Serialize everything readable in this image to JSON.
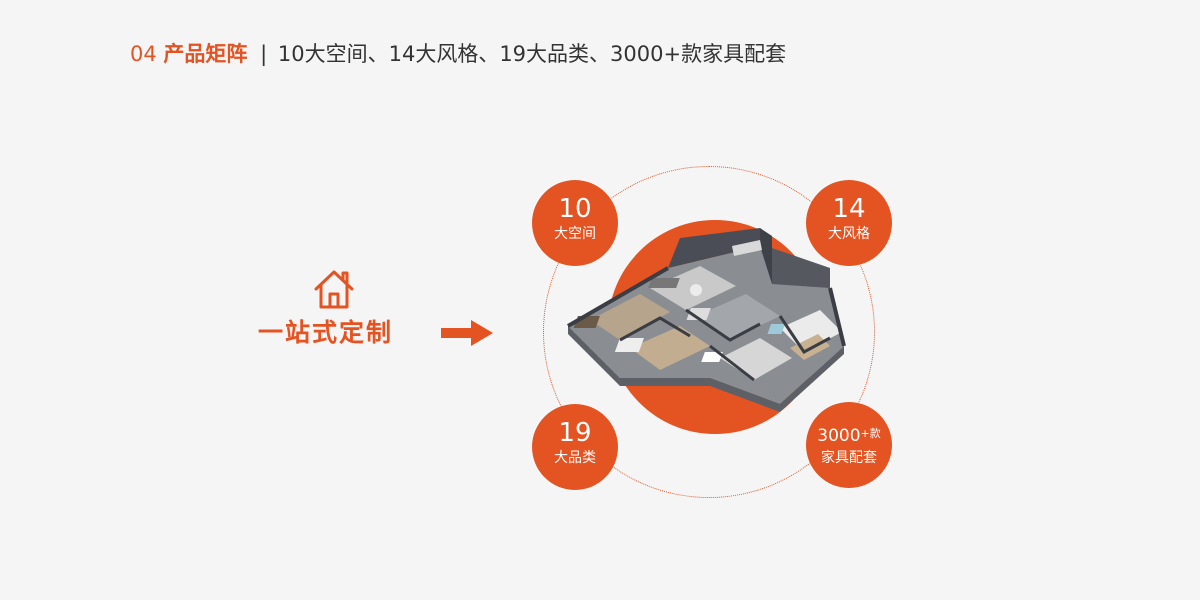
{
  "heading": {
    "number": "04",
    "title": "产品矩阵",
    "separator": "|",
    "subtitle": "10大空间、14大风格、19大品类、3000+款家具配套"
  },
  "slogan": "一站式定制",
  "icons": [
    "house-icon",
    "arrow-right-icon"
  ],
  "badges": [
    {
      "value": "10",
      "label": "大空间"
    },
    {
      "value": "14",
      "label": "大风格"
    },
    {
      "value": "19",
      "label": "大品类"
    },
    {
      "value": "3000",
      "value_suffix": "+款",
      "label": "家具配套"
    }
  ],
  "colors": {
    "accent": "#e45322",
    "background": "#f5f5f5",
    "text": "#333333"
  }
}
